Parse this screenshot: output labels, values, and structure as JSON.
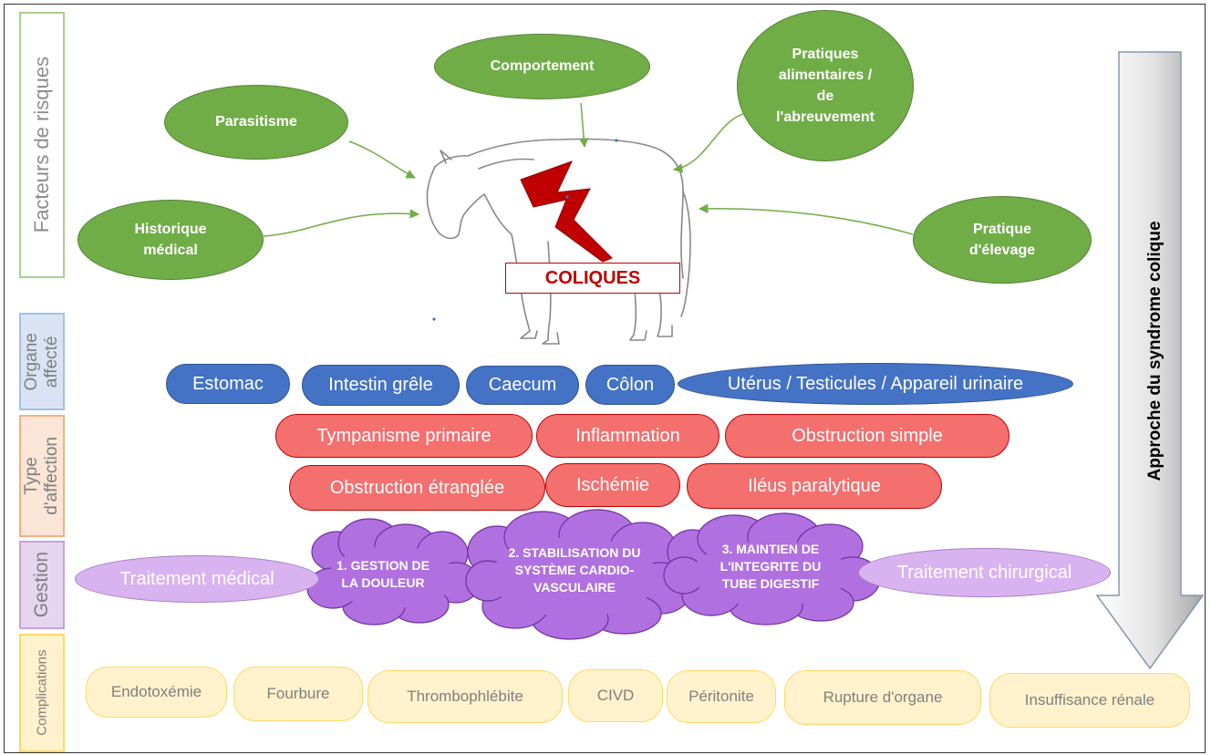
{
  "sidebar": {
    "risk": "Facteurs de risques",
    "organ_line1": "Organe",
    "organ_line2": "affecté",
    "type_line1": "Type",
    "type_line2": "d'affection",
    "gestion": "Gestion",
    "complications": "Complications"
  },
  "risk_factors": {
    "comportement": "Comportement",
    "parasitisme": "Parasitisme",
    "pratiques_l1": "Pratiques",
    "pratiques_l2": "alimentaires /",
    "pratiques_l3": "de",
    "pratiques_l4": "l'abreuvement",
    "historique_l1": "Historique",
    "historique_l2": "médical",
    "elevage_l1": "Pratique",
    "elevage_l2": "d'élevage"
  },
  "center_label": "COLIQUES",
  "organs": [
    "Estomac",
    "Intestin grêle",
    "Caecum",
    "Côlon",
    "Utérus / Testicules / Appareil urinaire"
  ],
  "affection_types": [
    "Tympanisme primaire",
    "Inflammation",
    "Obstruction simple",
    "Obstruction étranglée",
    "Ischémie",
    "Iléus paralytique"
  ],
  "gestion": {
    "medical": "Traitement médical",
    "step1_l1": "1. GESTION DE",
    "step1_l2": "LA DOULEUR",
    "step2_l1": "2. STABILISATION DU",
    "step2_l2": "SYSTÈME CARDIO-",
    "step2_l3": "VASCULAIRE",
    "step3_l1": "3. MAINTIEN DE",
    "step3_l2": "L'INTEGRITE DU",
    "step3_l3": "TUBE DIGESTIF",
    "surgical": "Traitement chirurgical"
  },
  "complications": [
    "Endotoxémie",
    "Fourbure",
    "Thrombophlébite",
    "CIVD",
    "Péritonite",
    "Rupture d'organe",
    "Insuffisance rénale"
  ],
  "approach_label": "Approche du syndrome colique",
  "colors": {
    "green": "#70ad47",
    "blue": "#4472c4",
    "red": "#f3706f",
    "purple": "#b070e0",
    "lavender": "#d9b3f0",
    "yellow": "#fff2cc",
    "alert": "#c00000"
  }
}
